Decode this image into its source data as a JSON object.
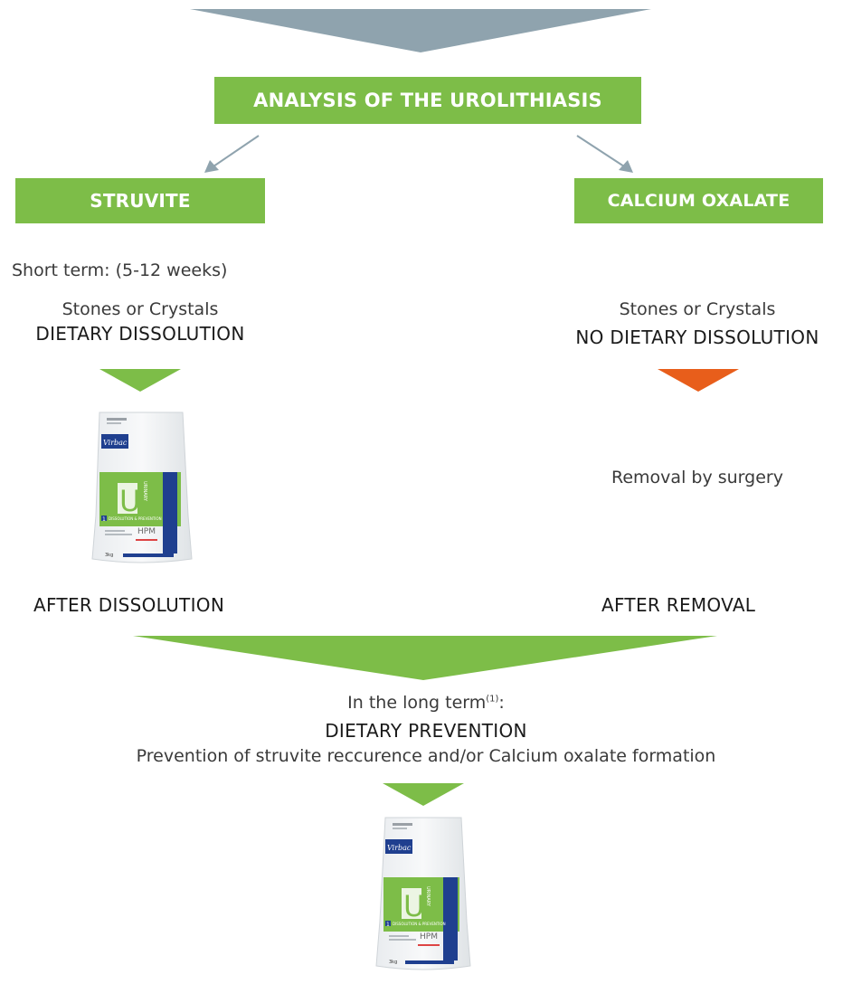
{
  "colors": {
    "top_arrow": "#8fa3ae",
    "green": "#7dbd48",
    "orange": "#e85e1b",
    "small_arrow": "#8fa3ae",
    "text": "#3a3a3a"
  },
  "header_box": {
    "label": "ANALYSIS OF THE UROLITHIASIS"
  },
  "left": {
    "box_label": "STRUVITE",
    "short_term": "Short term: (5-12 weeks)",
    "stones": "Stones or Crystals",
    "treatment": "DIETARY DISSOLUTION",
    "after": "AFTER DISSOLUTION",
    "product": {
      "brand": "Virbac",
      "letter": "U",
      "vertical_text": "URINARY",
      "badge_number": "1",
      "badge_text": "DISSOLUTION & PREVENTION",
      "logo_text": "HPM",
      "weight": "3kg"
    }
  },
  "right": {
    "box_label": "CALCIUM OXALATE",
    "stones": "Stones or Crystals",
    "treatment": "NO DIETARY DISSOLUTION",
    "removal": "Removal by surgery",
    "after": "AFTER REMOVAL"
  },
  "bottom": {
    "long_term": "In the long term",
    "long_term_note": "(1)",
    "long_term_colon": ":",
    "prevention": "DIETARY PREVENTION",
    "description": "Prevention of struvite reccurence and/or Calcium oxalate formation",
    "product": {
      "brand": "Virbac",
      "letter": "U",
      "vertical_text": "URINARY",
      "badge_number": "1",
      "badge_text": "DISSOLUTION & PREVENTION",
      "logo_text": "HPM",
      "weight": "3kg"
    }
  }
}
